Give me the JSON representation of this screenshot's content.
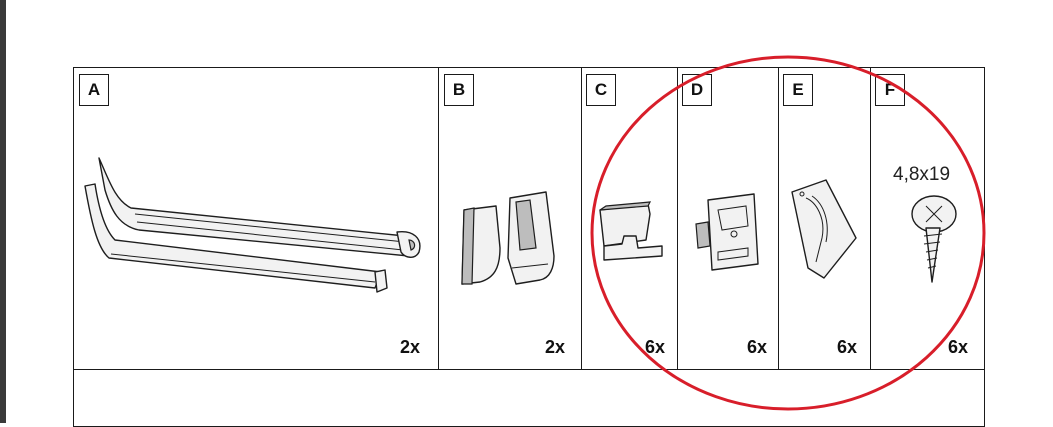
{
  "parts": [
    {
      "letter": "A",
      "qty": "2x",
      "icon": "sill-rail-icon"
    },
    {
      "letter": "B",
      "qty": "2x",
      "icon": "end-cap-icon"
    },
    {
      "letter": "C",
      "qty": "6x",
      "icon": "clip-c-icon"
    },
    {
      "letter": "D",
      "qty": "6x",
      "icon": "clip-d-icon"
    },
    {
      "letter": "E",
      "qty": "6x",
      "icon": "adhesive-pad-icon"
    },
    {
      "letter": "F",
      "qty": "6x",
      "icon": "screw-icon",
      "size": "4,8x19"
    }
  ],
  "highlight": {
    "shape": "ellipse",
    "color": "#d81e2a"
  }
}
